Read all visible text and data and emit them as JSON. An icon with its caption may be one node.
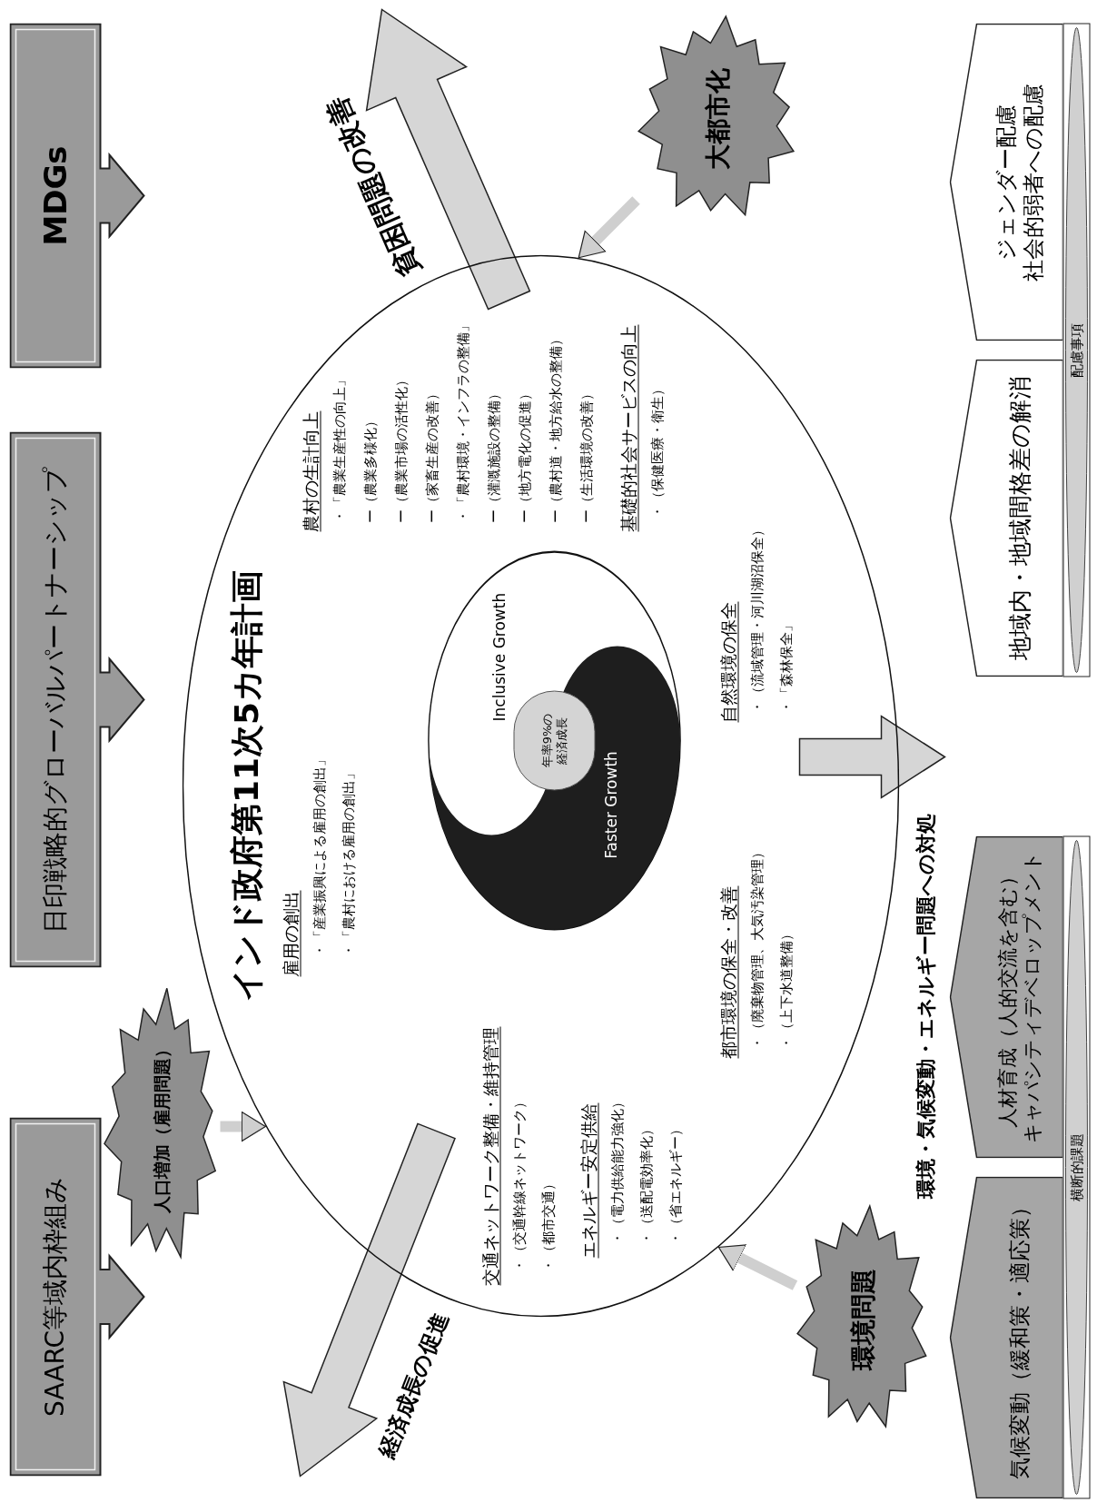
{
  "diagram": {
    "nodes": [
      {
        "text": [
          "SAARC等域内枠組み"
        ]
      },
      {
        "text": [
          "日印戦略的グローバルパートナーシップ"
        ]
      },
      {
        "text": [
          "MDGs"
        ]
      },
      {
        "text": [
          "人口増加（雇用問題）"
        ]
      },
      {
        "text": [
          "インド政府第11次5カ年計画"
        ]
      },
      {
        "text": [
          "Inclusive Growth",
          "Faster Growth"
        ],
        "in": 4
      },
      {
        "text": [
          "年率9%の経済成長"
        ],
        "in": 5
      },
      {
        "text": [
          "大都市化"
        ]
      },
      {
        "text": [
          "環境問題"
        ]
      },
      {
        "text": [
          "気候変動（緩和策・適応策）"
        ]
      },
      {
        "text": [
          "人材育成（人的交流を含む）",
          "キャパシティデベロップメント"
        ]
      },
      {
        "text": [
          "横断的課題"
        ]
      },
      {
        "text": [
          "地域内・地域間格差の解消"
        ]
      },
      {
        "text": [
          "ジェンダー配慮",
          "社会的弱者への配慮"
        ]
      },
      {
        "text": [
          "配慮事項"
        ]
      }
    ],
    "edges": [
      {
        "from": 3,
        "to": 4,
        "arrow": "to"
      },
      {
        "from": 7,
        "to": 4,
        "arrow": "to"
      },
      {
        "from": 8,
        "to": 4,
        "arrow": "to"
      }
    ],
    "labels": [
      "雇用の創出",
      "・「産業振興による雇用の創出」",
      "・「農村における雇用の創出」",
      "農村の生計向上",
      "・「農業生産性の向上」",
      "ー（農業多様化）",
      "ー（農業市場の活性化）",
      "ー（家畜生産の改善）",
      "・「農村環境・インフラの整備」",
      "ー（灌漑施設の整備）",
      "ー（地方電化の促進）",
      "ー（農村道・地方給水の整備）",
      "ー（生活環境の改善）",
      "交通ネットワーク整備・維持管理",
      "・（交通幹線ネットワーク）",
      "・（都市交通）",
      "エネルギー安定供給",
      "・（電力供給能力強化）",
      "・（送配電効率化）",
      "・（省エネルギー）",
      "基礎的社会サービスの向上",
      "・（保健医療・衛生）",
      "都市環境の保全・改善",
      "・（廃棄物管理、大気汚染管理）",
      "・（上下水道整備）",
      "自然環境の保全",
      "・（流域管理・河川湖沼保全）",
      "・「森林保全」",
      "貧困問題の改善",
      "経済成長の促進",
      "環境・気候変動・エネルギー問題への対処"
    ]
  }
}
